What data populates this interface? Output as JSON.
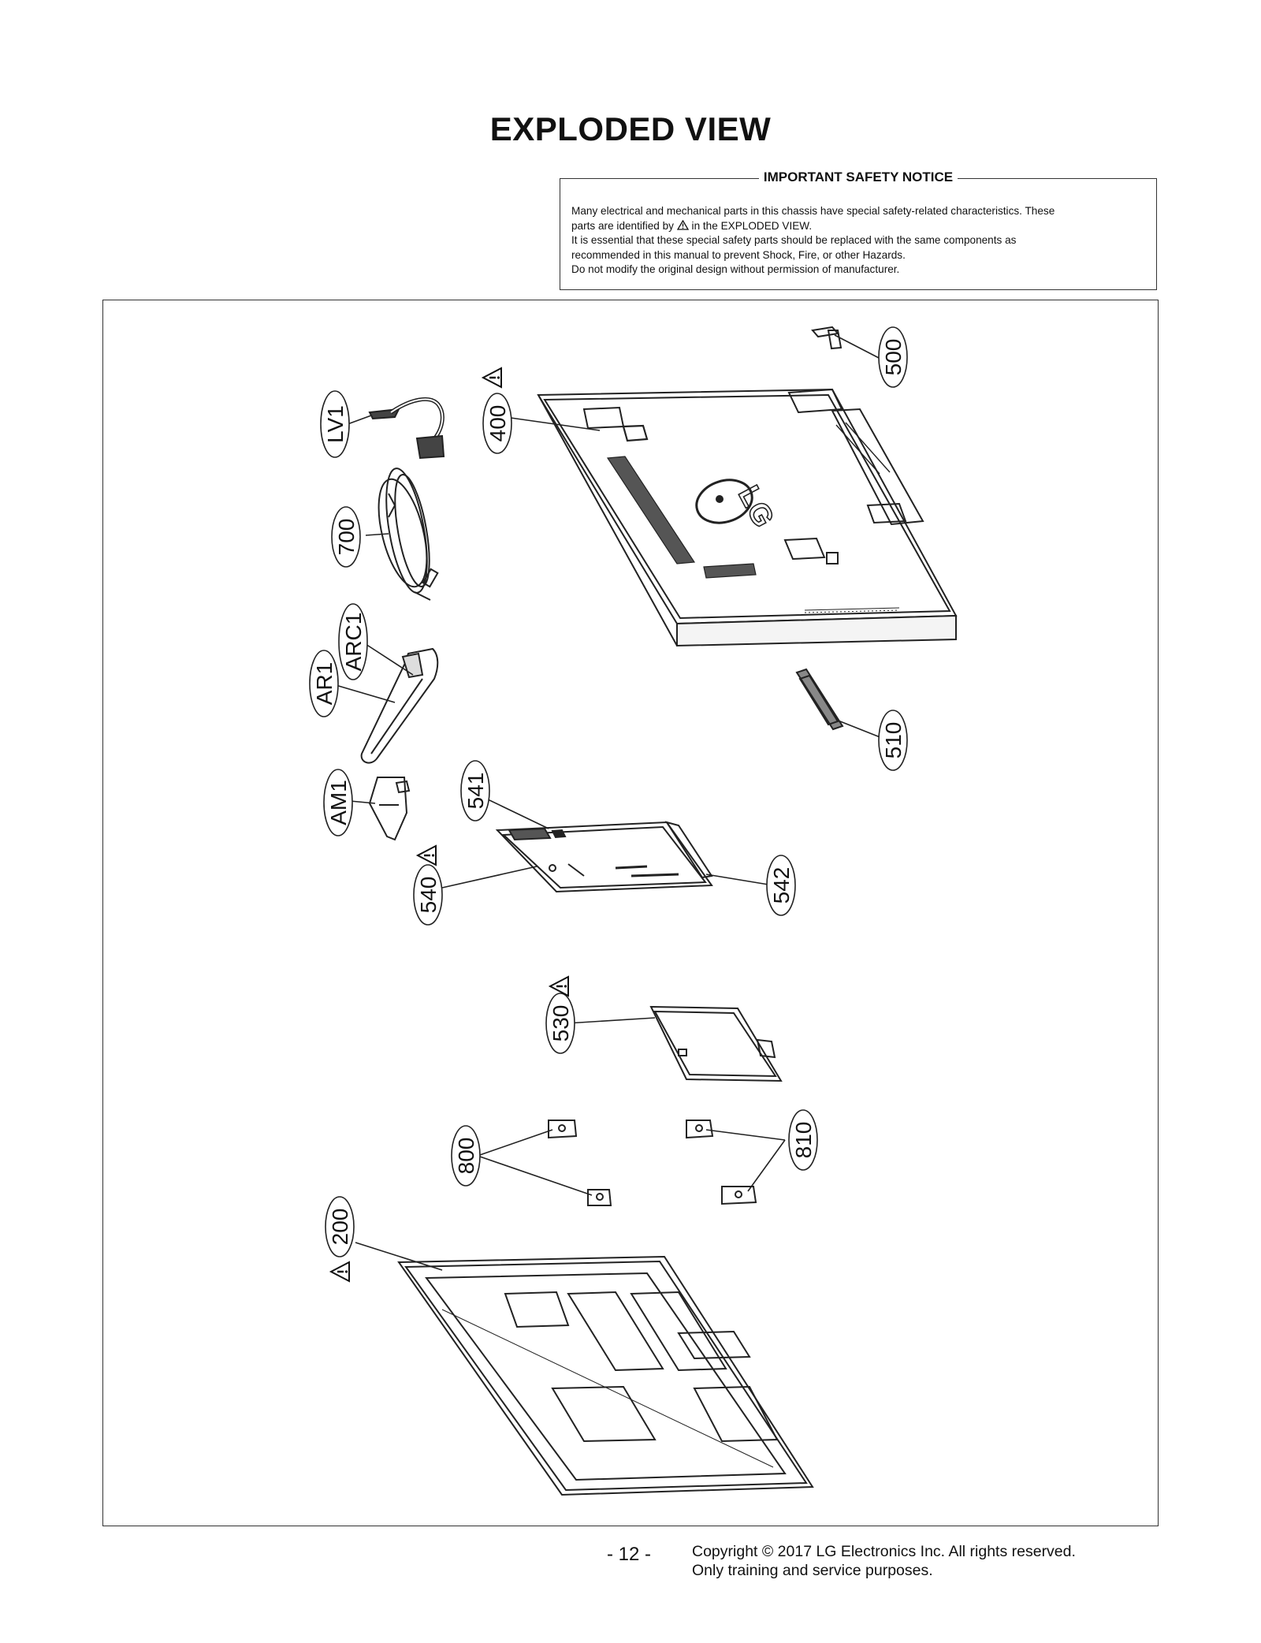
{
  "page": {
    "title": "EXPLODED VIEW",
    "page_number": "- 12 -",
    "copyright_line1": "Copyright © 2017 LG Electronics Inc. All rights reserved.",
    "copyright_line2": "Only training and service purposes."
  },
  "notice": {
    "title": "IMPORTANT SAFETY NOTICE",
    "line1": "Many electrical and mechanical parts in this chassis have special safety-related characteristics. These",
    "line2a": "parts are identified by",
    "line2b": "in the EXPLODED VIEW.",
    "line3": "It is essential that these special safety parts should be replaced with the same components as",
    "line4": "recommended in this manual to prevent Shock, Fire, or other Hazards.",
    "line5": "Do not modify the original design without permission of manufacturer."
  },
  "figure": {
    "logo_text": "LG",
    "callouts": {
      "c500": "500",
      "c400": "400",
      "cLV1": "LV1",
      "c700": "700",
      "cARC1": "ARC1",
      "cAR1": "AR1",
      "c510": "510",
      "cAM1": "AM1",
      "c541": "541",
      "c540": "540",
      "c542": "542",
      "c530": "530",
      "c800": "800",
      "c810": "810",
      "c200": "200"
    }
  }
}
